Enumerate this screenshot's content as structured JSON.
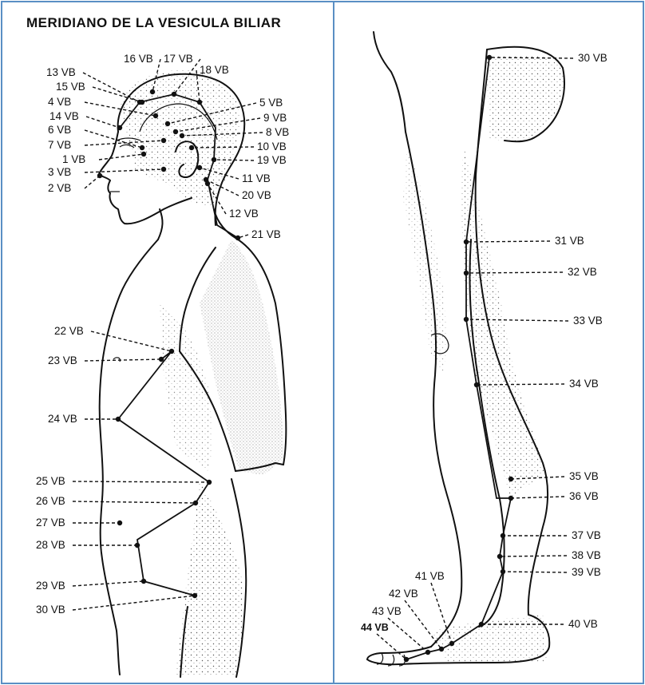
{
  "title": "MERIDIANO DE LA VESICULA BILIAR",
  "figure_left": {
    "points": [
      "13 VB",
      "16 VB",
      "17 VB",
      "18 VB",
      "15 VB",
      "4 VB",
      "5 VB",
      "14 VB",
      "9 VB",
      "6 VB",
      "8 VB",
      "7 VB",
      "10 VB",
      "1 VB",
      "19 VB",
      "3 VB",
      "11 VB",
      "2 VB",
      "20 VB",
      "12 VB",
      "21 VB",
      "22 VB",
      "23 VB",
      "24 VB",
      "25 VB",
      "26 VB",
      "27 VB",
      "28 VB",
      "29 VB",
      "30 VB"
    ]
  },
  "figure_right": {
    "points": [
      "30 VB",
      "31 VB",
      "32 VB",
      "33 VB",
      "34 VB",
      "35 VB",
      "36 VB",
      "37 VB",
      "38 VB",
      "39 VB",
      "40 VB",
      "41 VB",
      "42 VB",
      "43 VB",
      "44 VB"
    ]
  }
}
